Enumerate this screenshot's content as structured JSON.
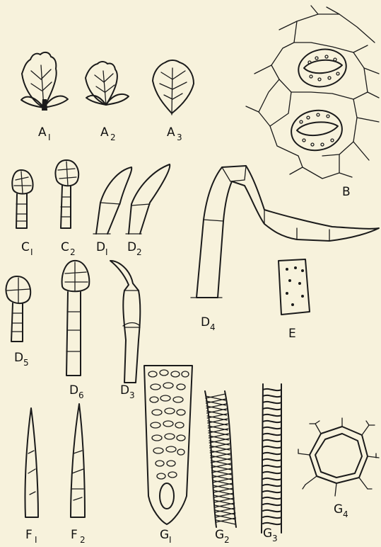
{
  "labels": {
    "A1": {
      "main": "A",
      "sub": "I"
    },
    "A2": {
      "main": "A",
      "sub": "2"
    },
    "A3": {
      "main": "A",
      "sub": "3"
    },
    "B": {
      "main": "B",
      "sub": ""
    },
    "C1": {
      "main": "C",
      "sub": "I"
    },
    "C2": {
      "main": "C",
      "sub": "2"
    },
    "D1": {
      "main": "D",
      "sub": "I"
    },
    "D2": {
      "main": "D",
      "sub": "2"
    },
    "D3": {
      "main": "D",
      "sub": "3"
    },
    "D4": {
      "main": "D",
      "sub": "4"
    },
    "D5": {
      "main": "D",
      "sub": "5"
    },
    "D6": {
      "main": "D",
      "sub": "6"
    },
    "E": {
      "main": "E",
      "sub": ""
    },
    "F1": {
      "main": "F",
      "sub": "I"
    },
    "F2": {
      "main": "F",
      "sub": "2"
    },
    "G1": {
      "main": "G",
      "sub": "I"
    },
    "G2": {
      "main": "G",
      "sub": "2"
    },
    "G3": {
      "main": "G",
      "sub": "3"
    },
    "G4": {
      "main": "G",
      "sub": "4"
    }
  },
  "colors": {
    "ink": "#1b1b1b",
    "paper": "#f7f2dc"
  }
}
